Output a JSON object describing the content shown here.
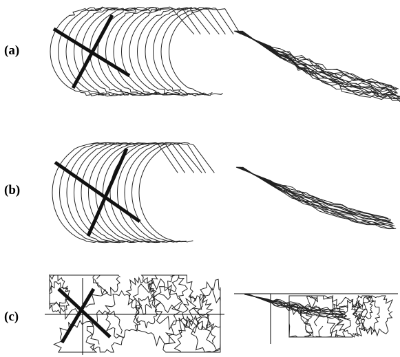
{
  "panels": [
    {
      "label": "(a)"
    },
    {
      "label": "(b)"
    },
    {
      "label": "(c)"
    }
  ],
  "style": {
    "stroke_color": "#222222",
    "axis_color": "#111111",
    "background": "#ffffff"
  }
}
